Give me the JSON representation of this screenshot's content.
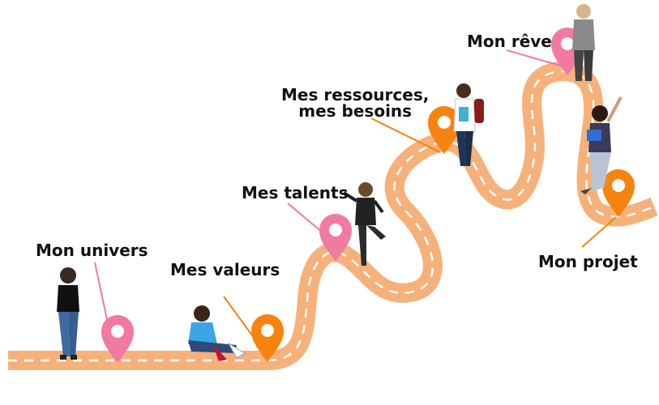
{
  "milestones": [
    {
      "id": "univers",
      "label": "Mon univers",
      "color": "#f07aa0"
    },
    {
      "id": "valeurs",
      "label": "Mes valeurs",
      "color": "#f7830f"
    },
    {
      "id": "talents",
      "label": "Mes talents",
      "color": "#f07aa0"
    },
    {
      "id": "ressources",
      "label_line1": "Mes ressources,",
      "label_line2": "mes besoins",
      "color": "#f7830f"
    },
    {
      "id": "reve",
      "label": "Mon rêve",
      "color": "#f07aa0"
    },
    {
      "id": "projet",
      "label": "Mon projet",
      "color": "#f7830f"
    }
  ],
  "colors": {
    "road": "#f6b17b",
    "road_dash": "#ffffff",
    "pin_pink": "#f07aa0",
    "pin_orange": "#f7830f"
  },
  "icons": [
    "map-pin-icon",
    "person-figure-icon"
  ]
}
